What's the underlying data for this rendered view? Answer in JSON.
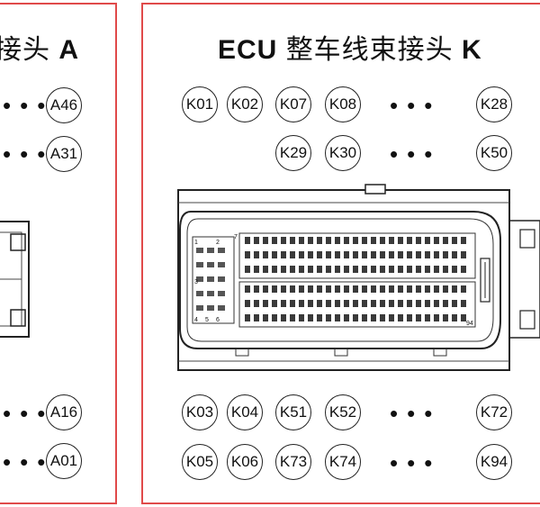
{
  "left_panel": {
    "title_cjk": "接头",
    "title_latin": "A",
    "pins": {
      "a46": "A46",
      "a31": "A31",
      "a16": "A16",
      "a01": "A01"
    },
    "dots": "•••"
  },
  "right_panel": {
    "title_latin_prefix": "ECU",
    "title_cjk": "整车线束接头",
    "title_latin_suffix": "K",
    "pins": {
      "k01": "K01",
      "k02": "K02",
      "k07": "K07",
      "k08": "K08",
      "k28": "K28",
      "k29": "K29",
      "k30": "K30",
      "k50": "K50",
      "k03": "K03",
      "k04": "K04",
      "k51": "K51",
      "k52": "K52",
      "k72": "K72",
      "k05": "K05",
      "k06": "K06",
      "k73": "K73",
      "k74": "K74",
      "k94": "K94"
    },
    "dots": "•••",
    "connector_labels": {
      "pin1": "1",
      "pin2": "2",
      "pin3": "3",
      "pin4": "4",
      "pin5": "5",
      "pin6": "6",
      "pin7": "7",
      "pin94": "94"
    }
  }
}
